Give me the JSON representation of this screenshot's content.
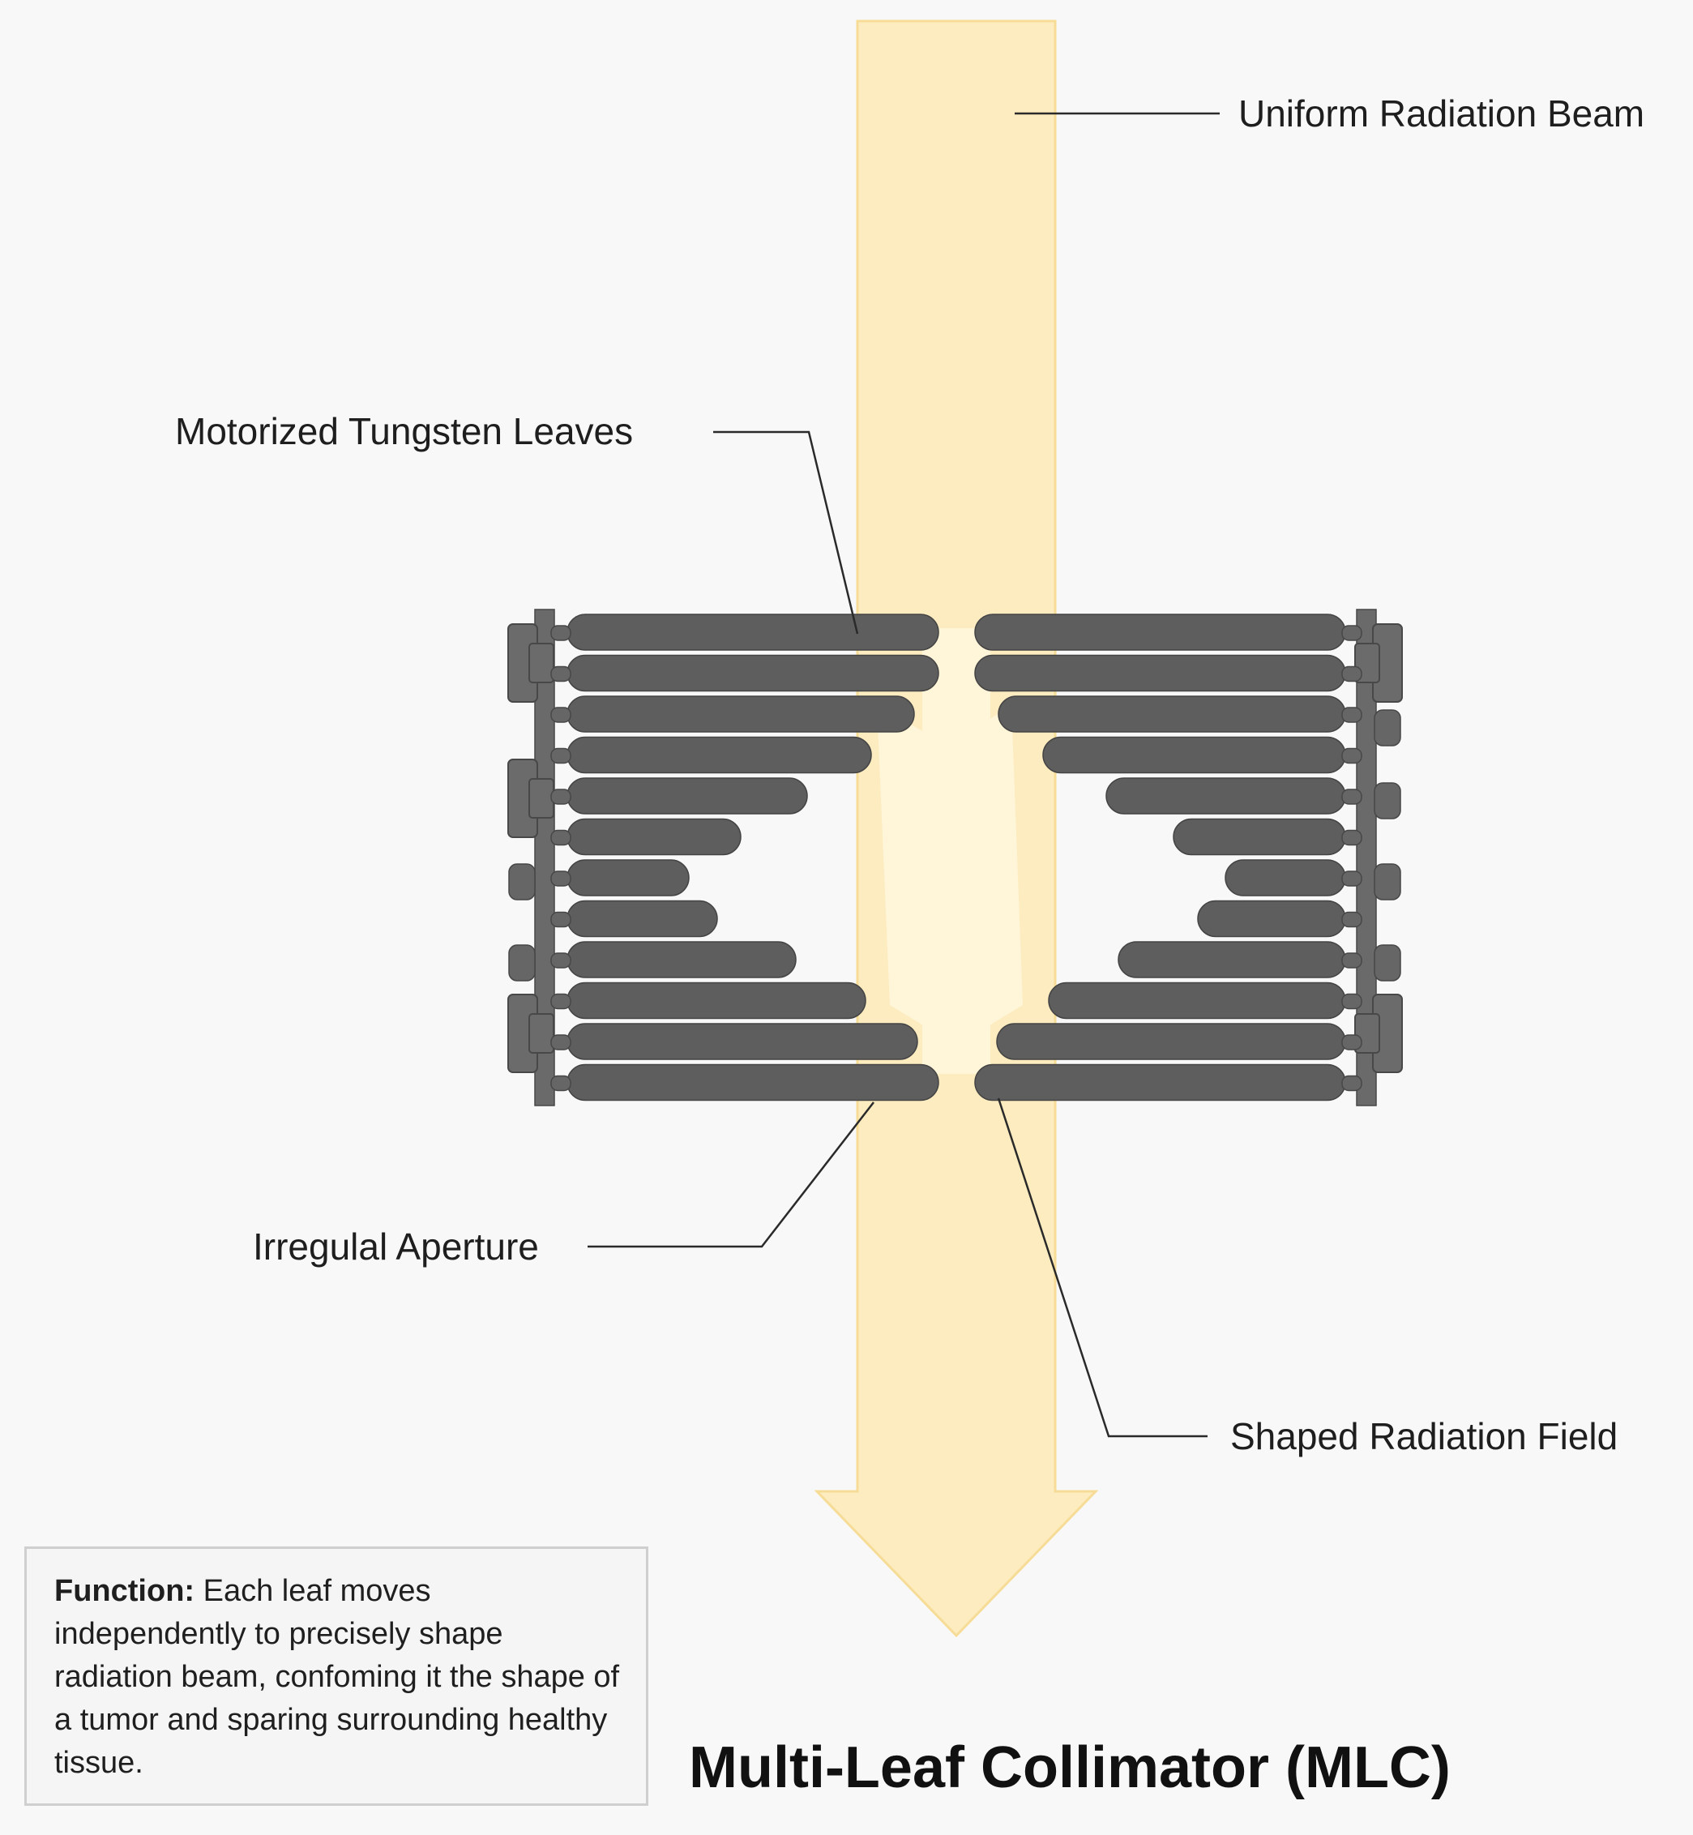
{
  "labels": {
    "beam": "Uniform Radiation Beam",
    "leaves": "Motorized Tungsten Leaves",
    "aperture": "Irregulal Aperture",
    "field": "Shaped Radiation Field"
  },
  "function_box": {
    "title": "Function:",
    "text": "Each leaf moves independently to precisely shape radiation beam, confoming it the shape of a tumor and sparing surrounding healthy tissue."
  },
  "title": "Multi-Leaf Collimator (MLC)",
  "colors": {
    "beam": "#fcecc0",
    "beam_edge": "#f6dc96",
    "leaf": "#5e5e5e",
    "background": "#f8f8f8"
  }
}
